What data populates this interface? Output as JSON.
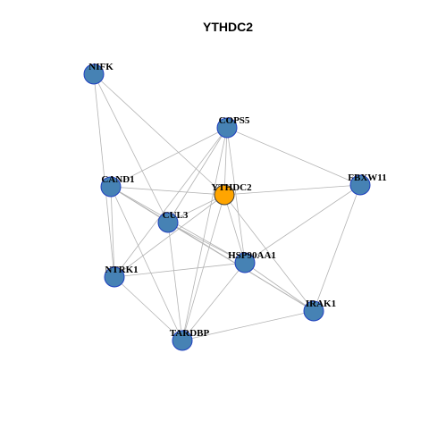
{
  "title": "YTHDC2",
  "colors": {
    "background": "#ffffff",
    "edge": "#b3b3b3",
    "node_fill": "#4682b4",
    "node_stroke": "#1f3fbf",
    "center_fill": "#ffa500",
    "center_stroke": "#3a3a3a"
  },
  "nodes": [
    {
      "id": "NIFK",
      "label": "NIFK"
    },
    {
      "id": "COPS5",
      "label": "COPS5"
    },
    {
      "id": "CAND1",
      "label": "CAND1"
    },
    {
      "id": "YTHDC2",
      "label": "YTHDC2",
      "center": true
    },
    {
      "id": "FBXW11",
      "label": "FBXW11"
    },
    {
      "id": "CUL3",
      "label": "CUL3"
    },
    {
      "id": "HSP90AA1",
      "label": "HSP90AA1"
    },
    {
      "id": "NTRK1",
      "label": "NTRK1"
    },
    {
      "id": "IRAK1",
      "label": "IRAK1"
    },
    {
      "id": "TARDBP",
      "label": "TARDBP"
    }
  ],
  "edges": [
    [
      "NIFK",
      "YTHDC2"
    ],
    [
      "NIFK",
      "CUL3"
    ],
    [
      "NIFK",
      "NTRK1"
    ],
    [
      "COPS5",
      "CAND1"
    ],
    [
      "COPS5",
      "YTHDC2"
    ],
    [
      "COPS5",
      "FBXW11"
    ],
    [
      "COPS5",
      "CUL3"
    ],
    [
      "COPS5",
      "HSP90AA1"
    ],
    [
      "COPS5",
      "NTRK1"
    ],
    [
      "COPS5",
      "TARDBP"
    ],
    [
      "CAND1",
      "YTHDC2"
    ],
    [
      "CAND1",
      "CUL3"
    ],
    [
      "CAND1",
      "HSP90AA1"
    ],
    [
      "CAND1",
      "NTRK1"
    ],
    [
      "CAND1",
      "IRAK1"
    ],
    [
      "CAND1",
      "TARDBP"
    ],
    [
      "YTHDC2",
      "FBXW11"
    ],
    [
      "YTHDC2",
      "CUL3"
    ],
    [
      "YTHDC2",
      "HSP90AA1"
    ],
    [
      "YTHDC2",
      "NTRK1"
    ],
    [
      "YTHDC2",
      "IRAK1"
    ],
    [
      "YTHDC2",
      "TARDBP"
    ],
    [
      "FBXW11",
      "HSP90AA1"
    ],
    [
      "FBXW11",
      "IRAK1"
    ],
    [
      "CUL3",
      "HSP90AA1"
    ],
    [
      "CUL3",
      "IRAK1"
    ],
    [
      "CUL3",
      "TARDBP"
    ],
    [
      "HSP90AA1",
      "NTRK1"
    ],
    [
      "HSP90AA1",
      "IRAK1"
    ],
    [
      "HSP90AA1",
      "TARDBP"
    ],
    [
      "NTRK1",
      "TARDBP"
    ],
    [
      "IRAK1",
      "TARDBP"
    ]
  ]
}
